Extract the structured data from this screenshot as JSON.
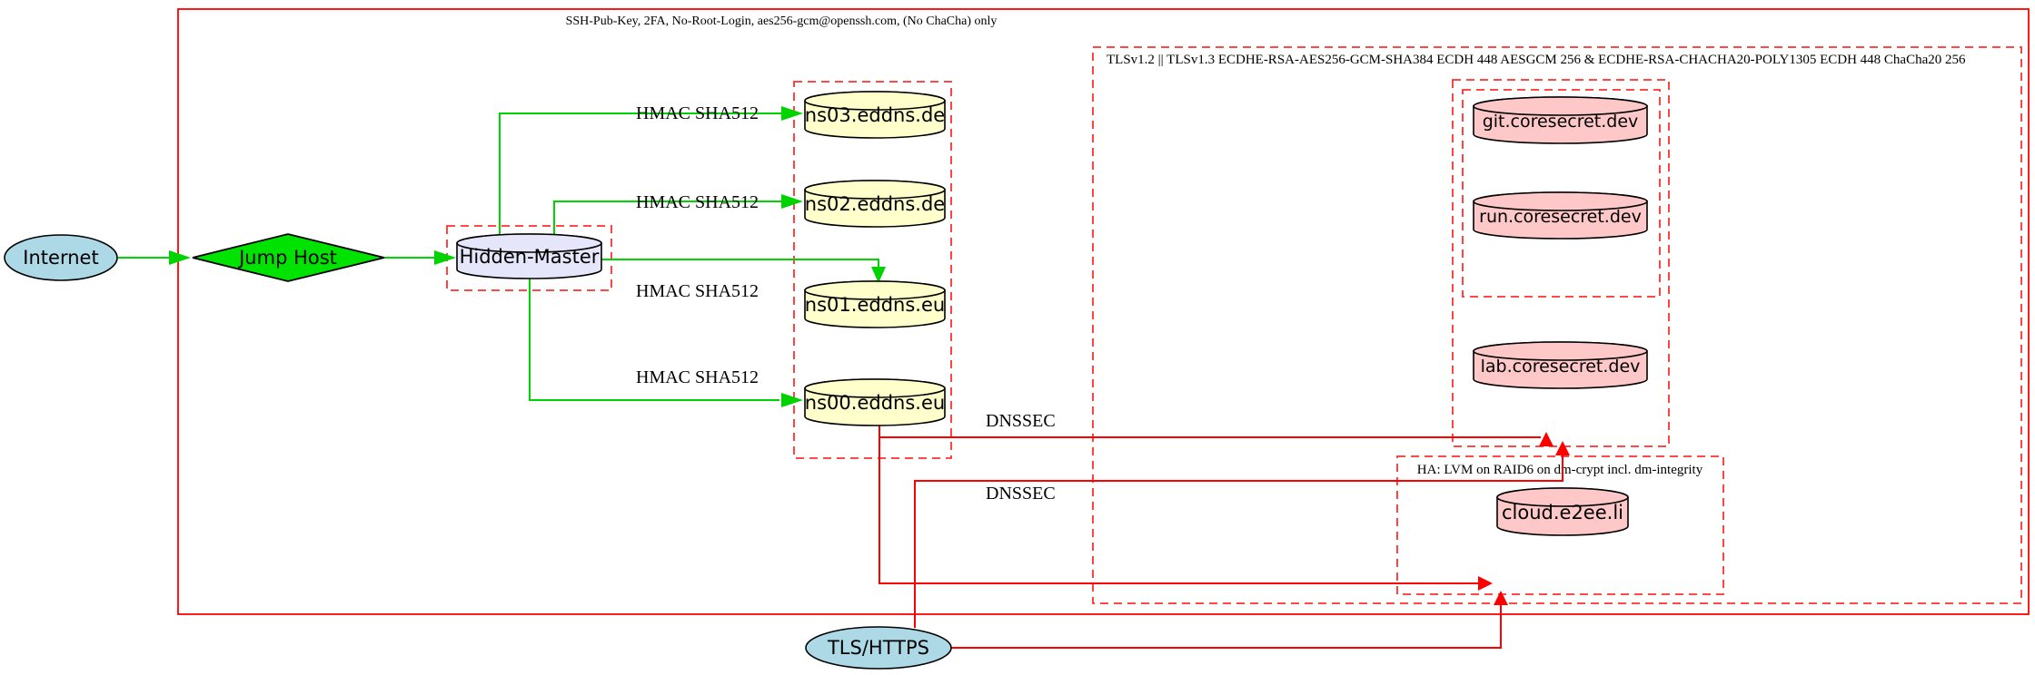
{
  "diagram": {
    "clusters": {
      "outer": {
        "label": "SSH-Pub-Key, 2FA, No-Root-Login, aes256-gcm@openssh.com, (No ChaCha) only"
      },
      "tls": {
        "label": "TLSv1.2 || TLSv1.3 ECDHE-RSA-AES256-GCM-SHA384 ECDH 448 AESGCM 256 & ECDHE-RSA-CHACHA20-POLY1305 ECDH 448 ChaCha20 256"
      },
      "ha": {
        "label": "HA: LVM on RAID6 on dm-crypt incl. dm-integrity"
      }
    },
    "nodes": {
      "internet": {
        "label": "Internet"
      },
      "jump_host": {
        "label": "Jump Host"
      },
      "hidden_master": {
        "label": "Hidden-Master"
      },
      "ns03": {
        "label": "ns03.eddns.de"
      },
      "ns02": {
        "label": "ns02.eddns.de"
      },
      "ns01": {
        "label": "ns01.eddns.eu"
      },
      "ns00": {
        "label": "ns00.eddns.eu"
      },
      "git": {
        "label": "git.coresecret.dev"
      },
      "run": {
        "label": "run.coresecret.dev"
      },
      "lab": {
        "label": "lab.coresecret.dev"
      },
      "cloud": {
        "label": "cloud.e2ee.li"
      },
      "tls_https": {
        "label": "TLS/HTTPS"
      }
    },
    "edge_labels": {
      "hmac": "HMAC SHA512",
      "dnssec": "DNSSEC"
    },
    "colors": {
      "edge_green": "#00d400",
      "edge_red": "#ff0000",
      "cluster_red": "#ff2f2f",
      "node_blue": "#add8e6",
      "node_green": "#00e300",
      "node_lavender": "#e6e6fa",
      "node_yellow": "#ffffcc",
      "node_pink": "#ffc8c8"
    }
  }
}
